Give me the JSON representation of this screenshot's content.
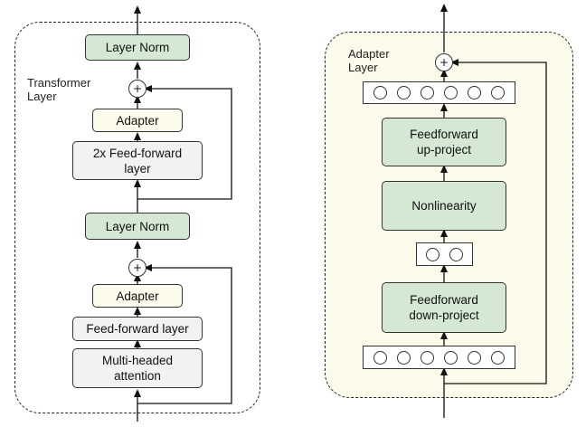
{
  "transformer_layer": {
    "caption_line1": "Transformer",
    "caption_line2": "Layer",
    "layer_norm_top": "Layer Norm",
    "adapter_top": "Adapter",
    "ff_top_line1": "2x Feed-forward",
    "ff_top_line2": "layer",
    "layer_norm_bottom": "Layer Norm",
    "adapter_bottom": "Adapter",
    "ff_bottom": "Feed-forward layer",
    "attn_line1": "Multi-headed",
    "attn_line2": "attention",
    "plus_symbol": "+"
  },
  "adapter_layer": {
    "caption_line1": "Adapter",
    "caption_line2": "Layer",
    "up_line1": "Feedforward",
    "up_line2": "up-project",
    "nonlinearity": "Nonlinearity",
    "down_line1": "Feedforward",
    "down_line2": "down-project",
    "plus_symbol": "+",
    "wide_vector_units": 6,
    "bottleneck_units": 2
  },
  "colors": {
    "green_box": "#d5e8d4",
    "grey_box": "#f2f2f2",
    "cream_box": "#fdfbeb",
    "adapter_panel_bg": "#fcfaea",
    "stroke": "#222222"
  }
}
